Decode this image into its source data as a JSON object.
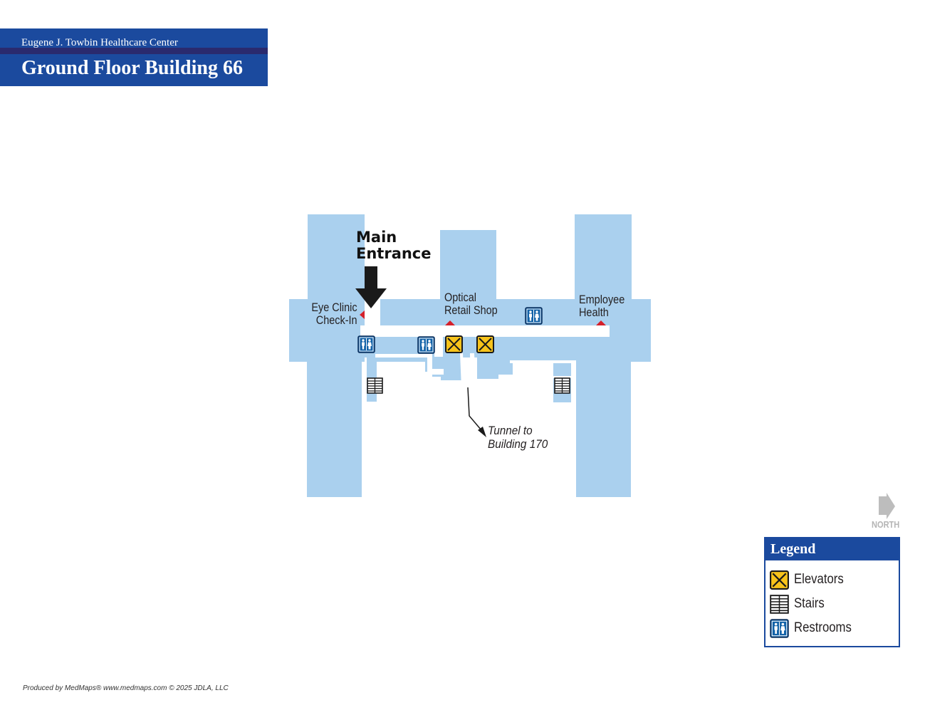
{
  "header": {
    "subtitle": "Eugene J. Towbin Healthcare Center",
    "title": "Ground Floor Building 66"
  },
  "map": {
    "colors": {
      "floor": "#aad0ee",
      "header_blue": "#1b4a9e",
      "elevator": "#f7c31a",
      "restroom": "#1262a8",
      "destination_marker": "#d4202a"
    },
    "labels": {
      "main_entrance": [
        "Main",
        "Entrance"
      ],
      "eye_clinic": [
        "Eye Clinic",
        "Check-In"
      ],
      "optical_shop": [
        "Optical",
        "Retail Shop"
      ],
      "employee_health": [
        "Employee",
        "Health"
      ],
      "tunnel": [
        "Tunnel to",
        "Building 170"
      ]
    },
    "north_label": "NORTH"
  },
  "legend": {
    "title": "Legend",
    "items": [
      {
        "icon": "elevator-icon",
        "label": "Elevators"
      },
      {
        "icon": "stairs-icon",
        "label": "Stairs"
      },
      {
        "icon": "restroom-icon",
        "label": "Restrooms"
      }
    ]
  },
  "footer": "Produced by MedMaps®  www.medmaps.com   © 2025 JDLA, LLC"
}
